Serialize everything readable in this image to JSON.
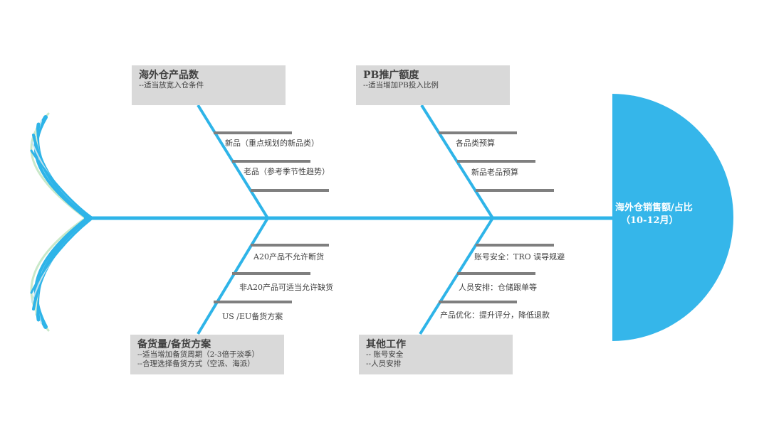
{
  "head": {
    "title": "海外仓销售额/占比",
    "subtitle": "（10-12月）",
    "color": "#35b6ea"
  },
  "colors": {
    "spine": "#2eb4e8",
    "bone_bar": "#7f7f7f",
    "box_bg": "#d9d9d9",
    "text": "#404040"
  },
  "categories": {
    "top_left": {
      "title": "海外仓产品数",
      "lines": [
        "--适当放宽入仓条件"
      ],
      "items": [
        "新品（重点规划的新品类）",
        "老品（参考季节性趋势）"
      ]
    },
    "top_right": {
      "title": "PB推广额度",
      "lines": [
        "--适当增加PB投入比例"
      ],
      "items": [
        "各品类预算",
        "新品老品预算"
      ]
    },
    "bottom_left": {
      "title": "备货量/备货方案",
      "lines": [
        "--适当增加备货周期（2-3倍于淡季）",
        "--合理选择备货方式（空派、海派）"
      ],
      "items": [
        "A20产品不允许断货",
        "非A20产品可适当允许缺货",
        "US /EU备货方案"
      ]
    },
    "bottom_right": {
      "title": "其他工作",
      "lines": [
        "-- 账号安全",
        "--人员安排"
      ],
      "items": [
        "账号安全：TRO 误导规避",
        "人员安排：仓储跟单等",
        "产品优化：提升评分，降低退款"
      ]
    }
  }
}
